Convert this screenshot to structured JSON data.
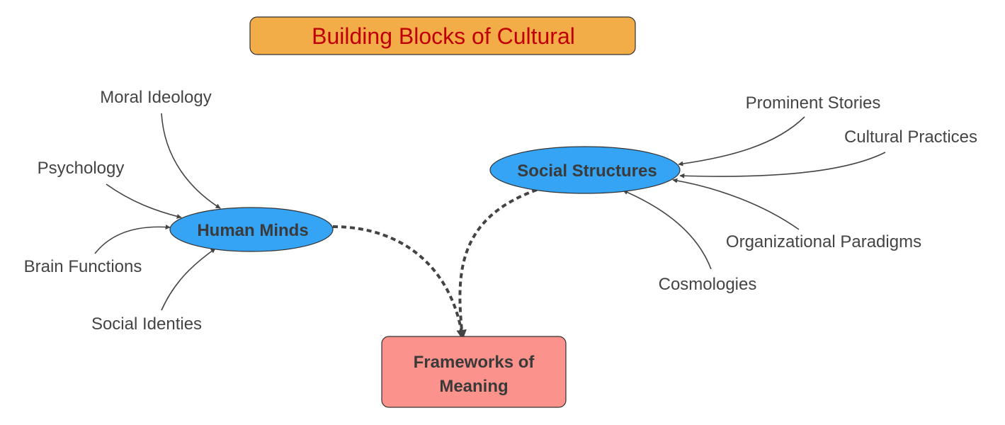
{
  "title": "Building Blocks of Cultural",
  "colors": {
    "title_fill": "#f2ad48",
    "title_text": "#c00000",
    "ellipse_fill": "#35a4f5",
    "box_fill": "#fb928b",
    "edge": "#444444",
    "text": "#444444"
  },
  "nodes": {
    "human_minds": "Human Minds",
    "social_structures": "Social Structures",
    "frameworks_line1": "Frameworks of",
    "frameworks_line2": "Meaning"
  },
  "inputs": {
    "moral_ideology": "Moral Ideology",
    "psychology": "Psychology",
    "brain_functions": "Brain Functions",
    "social_identies": "Social Identies",
    "prominent_stories": "Prominent Stories",
    "cultural_practices": "Cultural Practices",
    "organizational_paradigms": "Organizational Paradigms",
    "cosmologies": "Cosmologies"
  }
}
